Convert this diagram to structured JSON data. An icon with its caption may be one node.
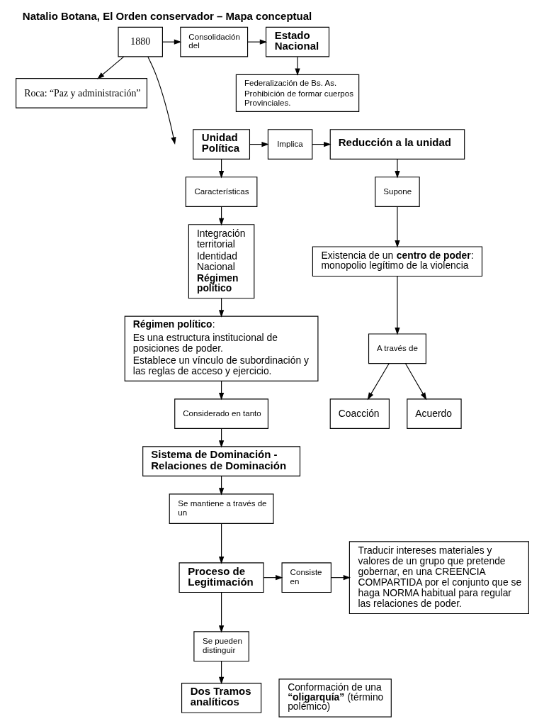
{
  "diagram": {
    "title": "Natalio Botana, El Orden conservador – Mapa conceptual",
    "nodes": [
      {
        "text": [
          "Roca: “Paz y administración”"
        ]
      },
      {
        "text": [
          "1880"
        ]
      },
      {
        "text": [
          "Consolidación del"
        ]
      },
      {
        "text": [
          "Estado Nacional"
        ]
      },
      {
        "text": [
          "Federalización de Bs. As.",
          "Prohibición de formar cuerpos Provinciales."
        ]
      },
      {
        "text": [
          "Unidad Política"
        ]
      },
      {
        "text": [
          "Características"
        ]
      },
      {
        "text": [
          "Implica"
        ]
      },
      {
        "text": [
          "Reducción a la unidad"
        ]
      },
      {
        "text": [
          "Integración territorial",
          "Identidad Nacional",
          "**Régimen político**"
        ]
      },
      {
        "text": [
          "Supone"
        ]
      },
      {
        "text": [
          "Existencia de un **centro de poder**: monopolio legítimo de la violencia"
        ]
      },
      {
        "text": [
          "A través de"
        ]
      },
      {
        "text": [
          "Coacción"
        ]
      },
      {
        "text": [
          "Acuerdo"
        ]
      },
      {
        "text": [
          "**Régimen político**:",
          "Es una estructura institucional de posiciones de poder.",
          "Establece un vínculo de subordinación y las reglas de acceso y ejercicio."
        ]
      },
      {
        "text": [
          "Considerado en tanto"
        ]
      },
      {
        "text": [
          "Sistema de Dominación - Relaciones de Dominación"
        ]
      },
      {
        "text": [
          "Se mantiene a través de un"
        ]
      },
      {
        "text": [
          "Proceso de Legitimación"
        ]
      },
      {
        "text": [
          "Consiste en"
        ]
      },
      {
        "text": [
          "Traducir intereses materiales y valores de un grupo que pretende gobernar, en una CREENCIA COMPARTIDA por el conjunto que se haga NORMA habitual para regular las relaciones de poder."
        ]
      },
      {
        "text": [
          "Se pueden distinguir"
        ]
      },
      {
        "text": [
          "Dos Tramos analíticos"
        ]
      },
      {
        "text": [
          "Conformación de una **“oligarquía”** (término polémico)"
        ]
      }
    ],
    "edges": [
      {
        "from": 1,
        "to": 0,
        "arrow": "to"
      },
      {
        "from": 1,
        "to": null,
        "arrow": "to"
      },
      {
        "from": 1,
        "to": 2,
        "arrow": "to"
      },
      {
        "from": 2,
        "to": 3,
        "arrow": "to"
      },
      {
        "from": 3,
        "to": 4,
        "arrow": "to"
      },
      {
        "from": 5,
        "to": 6,
        "arrow": "to"
      },
      {
        "from": 5,
        "to": 7,
        "arrow": "to"
      },
      {
        "from": 7,
        "to": 8,
        "arrow": "to"
      },
      {
        "from": 6,
        "to": 9,
        "arrow": "to"
      },
      {
        "from": 9,
        "to": 15,
        "arrow": "to"
      },
      {
        "from": 8,
        "to": 10,
        "arrow": "to"
      },
      {
        "from": 10,
        "to": 11,
        "arrow": "to"
      },
      {
        "from": 11,
        "to": 12,
        "arrow": "to"
      },
      {
        "from": 12,
        "to": 13,
        "arrow": "to"
      },
      {
        "from": 12,
        "to": 14,
        "arrow": "to"
      },
      {
        "from": 15,
        "to": 16,
        "arrow": "to"
      },
      {
        "from": 16,
        "to": 17,
        "arrow": "to"
      },
      {
        "from": 17,
        "to": 18,
        "arrow": "to"
      },
      {
        "from": 18,
        "to": 19,
        "arrow": "to"
      },
      {
        "from": 19,
        "to": 20,
        "arrow": "to"
      },
      {
        "from": 20,
        "to": 21,
        "arrow": "to"
      },
      {
        "from": 19,
        "to": 22,
        "arrow": "to"
      },
      {
        "from": 22,
        "to": 23,
        "arrow": "to"
      }
    ]
  }
}
